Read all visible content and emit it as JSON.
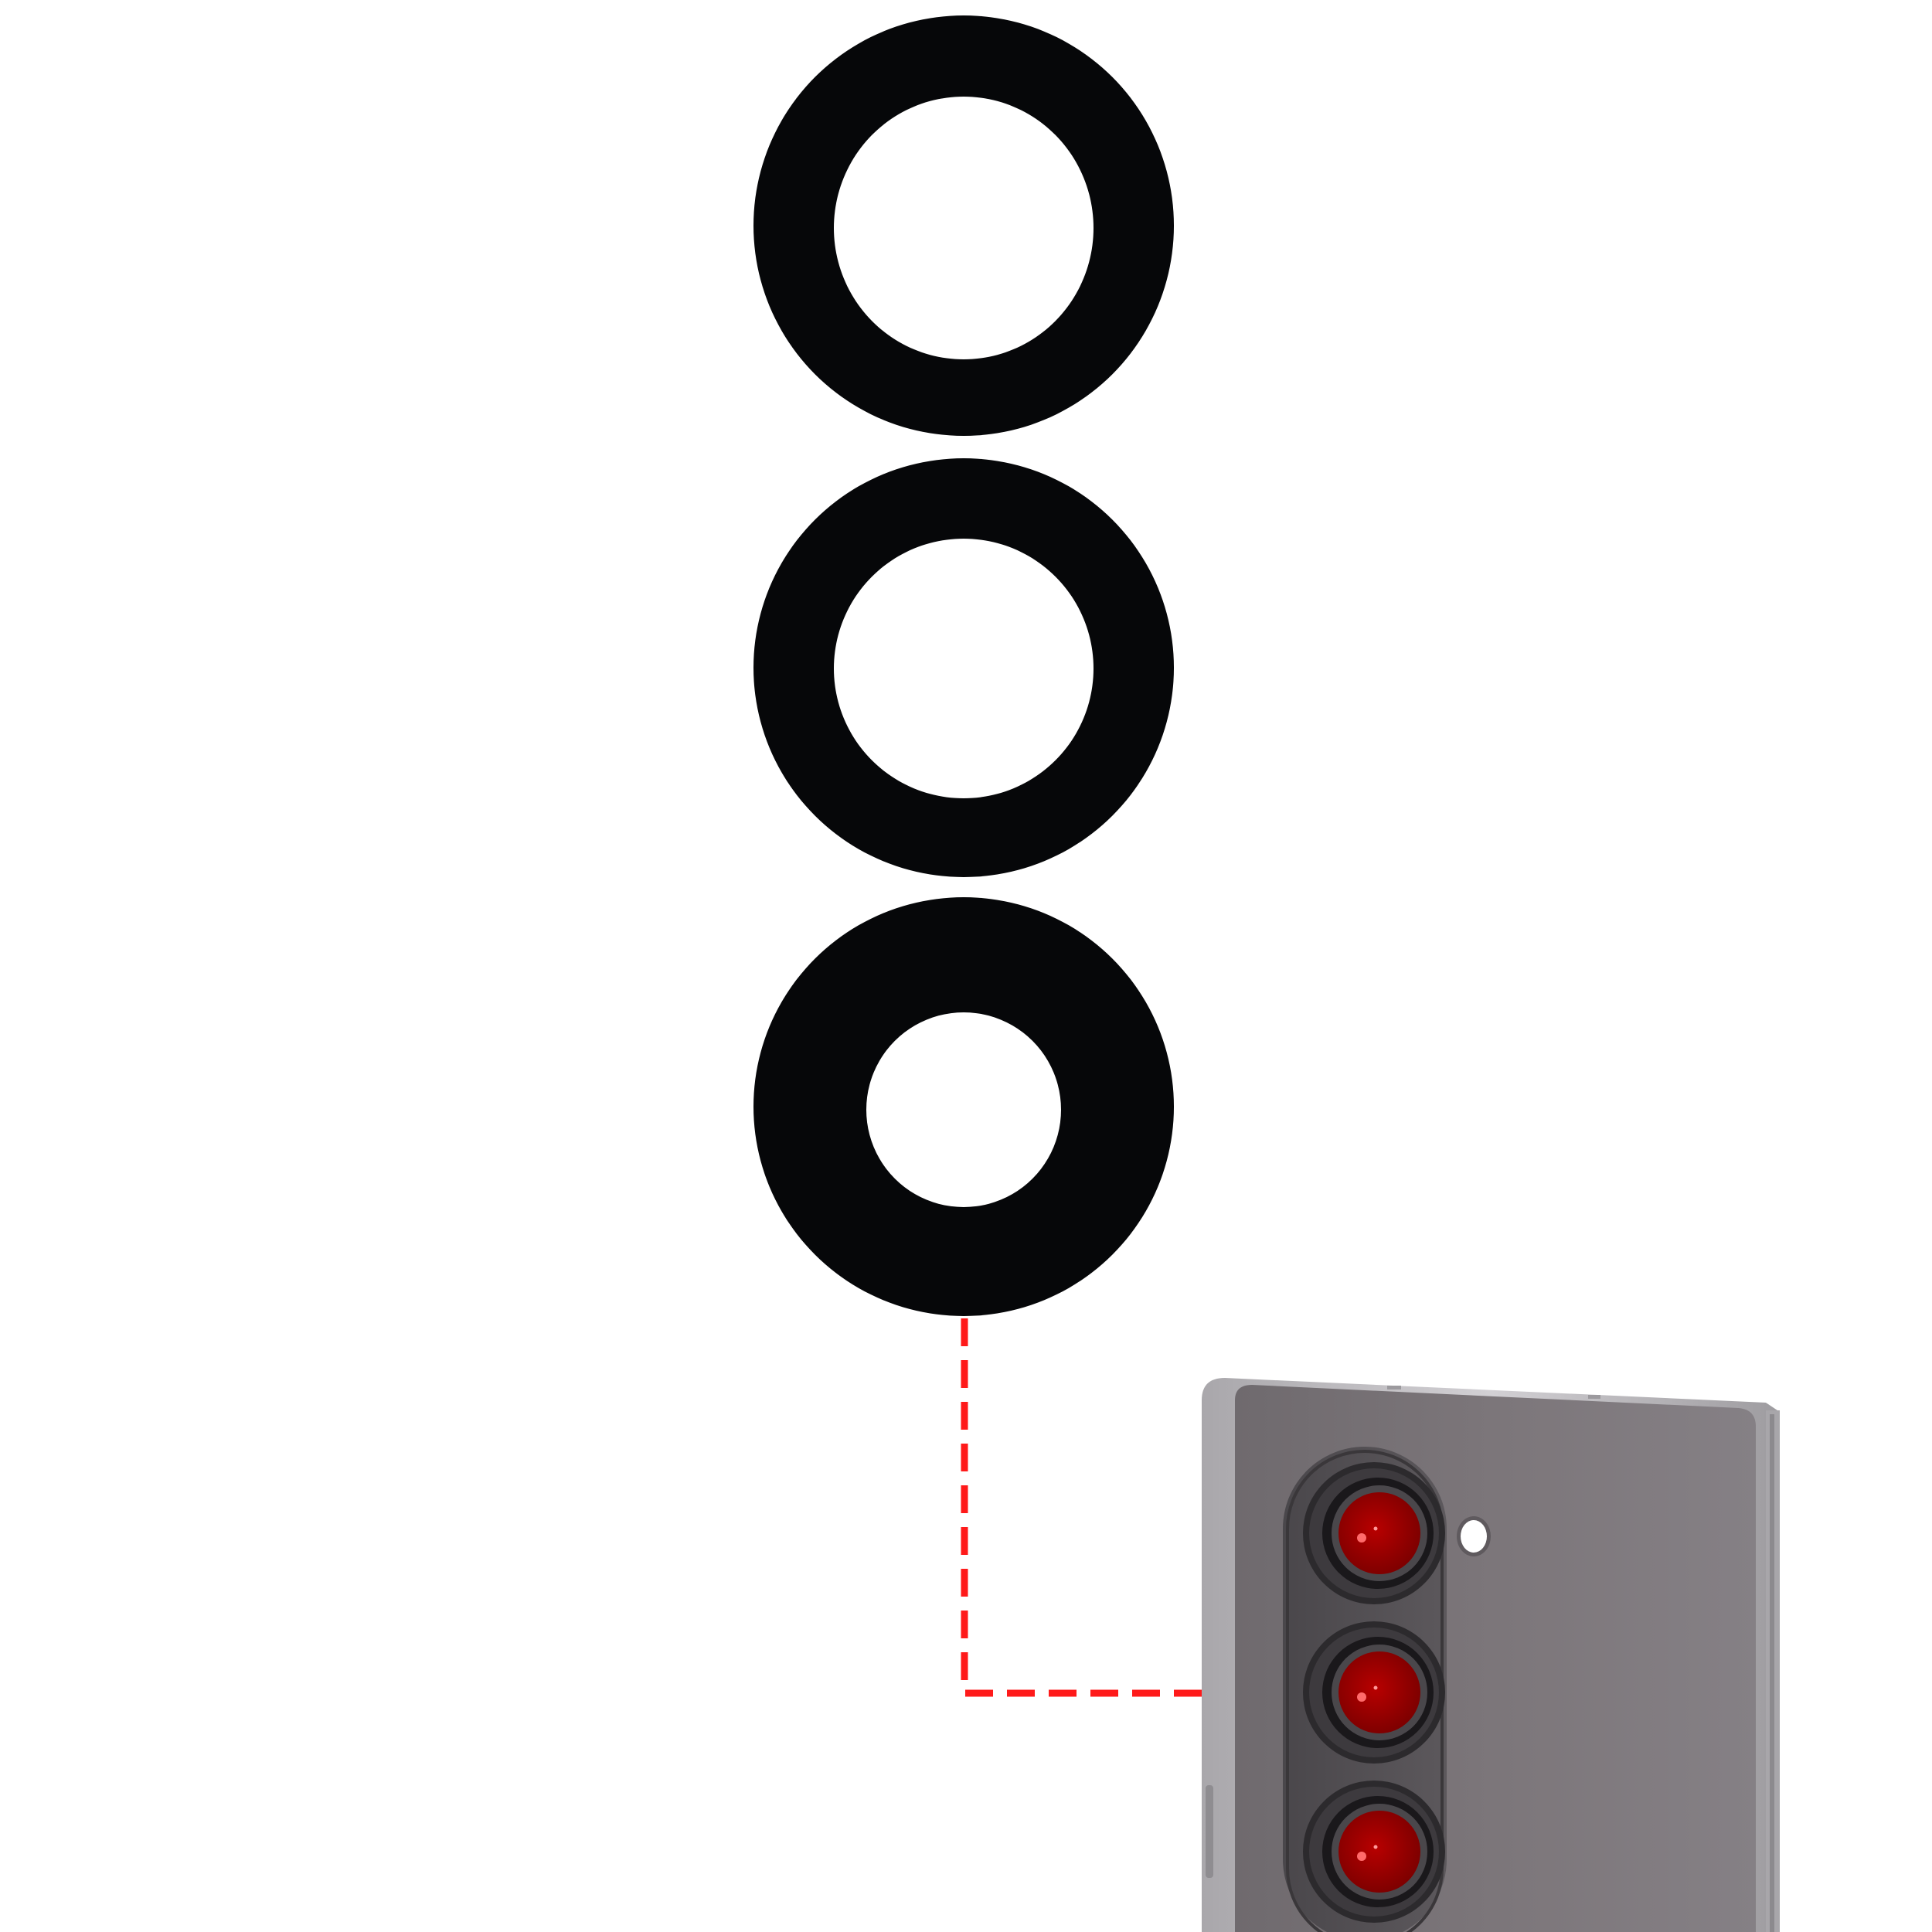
{
  "colors": {
    "background": "#ffffff",
    "ring": "#060709",
    "connector": "#ff1a1a",
    "phone_body": "#7a7478",
    "phone_frame": "#b9b7bb",
    "lens_red": "#a30000"
  },
  "items": {
    "lens_rings": [
      {
        "name": "lens-ring-1"
      },
      {
        "name": "lens-ring-2"
      },
      {
        "name": "lens-ring-3"
      }
    ],
    "phone": {
      "name": "phone-camera-module"
    }
  }
}
